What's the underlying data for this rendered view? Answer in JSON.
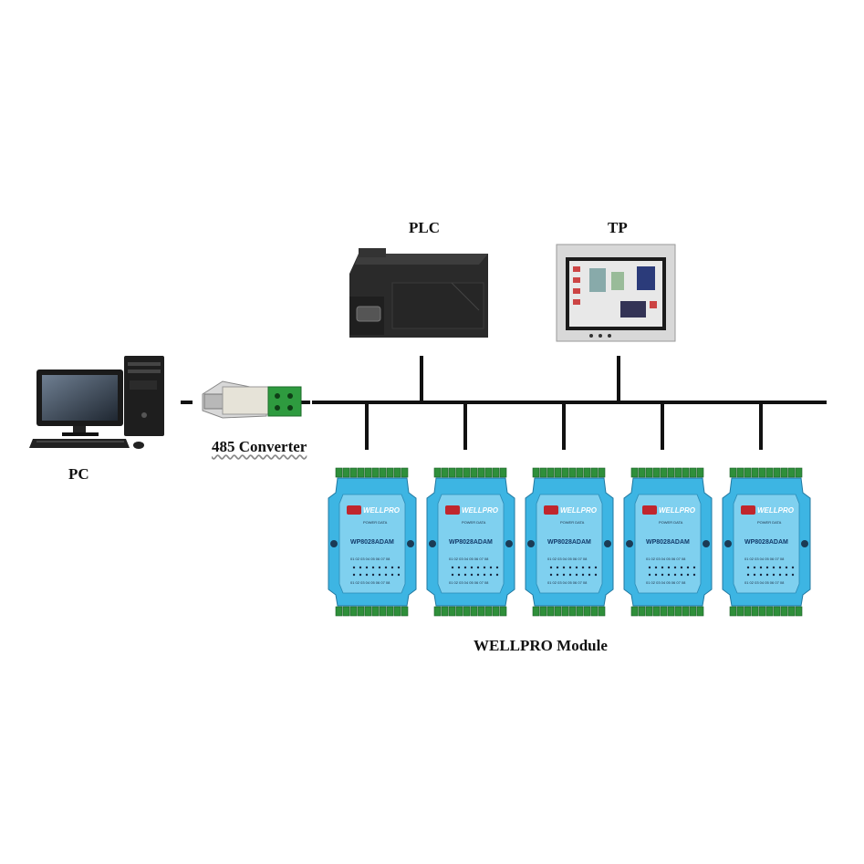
{
  "labels": {
    "pc": "PC",
    "converter": "485 Converter",
    "plc": "PLC",
    "tp": "TP",
    "module_group": "WELLPRO Module"
  },
  "module": {
    "brand": "WELLPRO",
    "model": "WP8028ADAM",
    "indicators": "POWER DATA",
    "io_labels": "01 02 03 04 05 06 07 08"
  },
  "colors": {
    "module_body": "#3db5e3",
    "terminal_green": "#2f8f3a",
    "bus": "#111111"
  }
}
